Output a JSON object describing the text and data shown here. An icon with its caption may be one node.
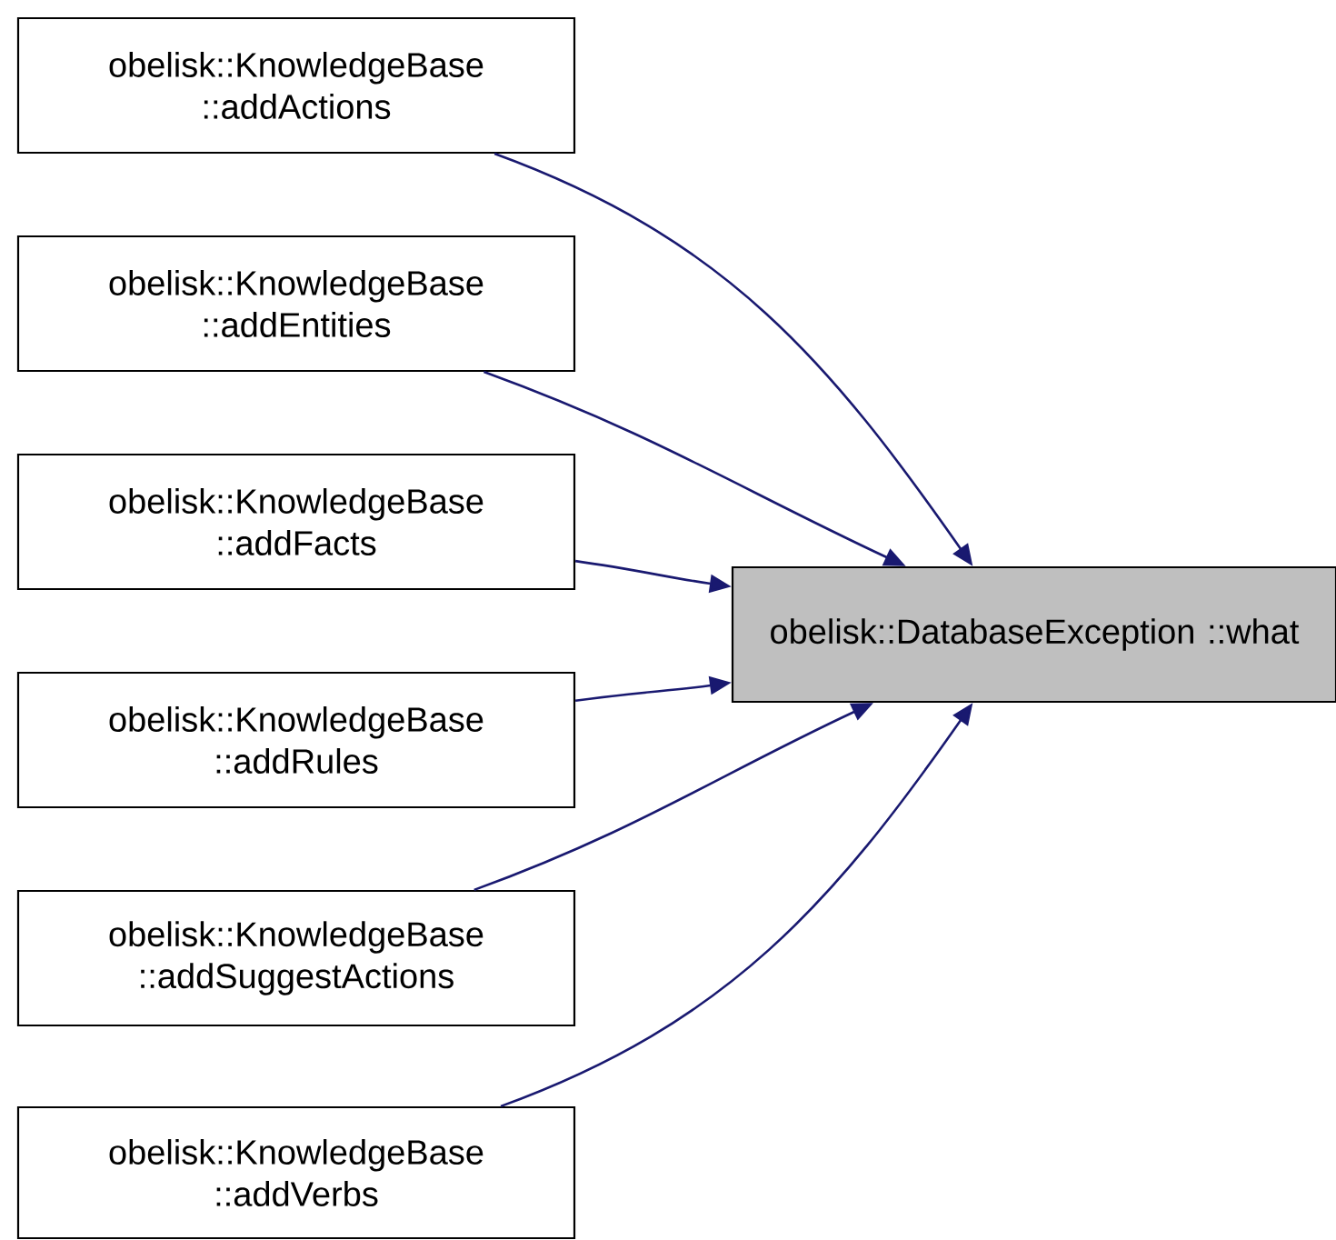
{
  "diagram": {
    "nodes": [
      {
        "text": [
          "obelisk::KnowledgeBase ::addActions"
        ]
      },
      {
        "text": [
          "obelisk::KnowledgeBase ::addEntities"
        ]
      },
      {
        "text": [
          "obelisk::KnowledgeBase ::addFacts"
        ]
      },
      {
        "text": [
          "obelisk::KnowledgeBase ::addRules"
        ]
      },
      {
        "text": [
          "obelisk::KnowledgeBase ::addSuggestActions"
        ]
      },
      {
        "text": [
          "obelisk::KnowledgeBase ::addVerbs"
        ]
      },
      {
        "text": [
          "obelisk::DatabaseException ::what"
        ]
      }
    ],
    "edges": [
      {
        "from": 0,
        "to": 6,
        "arrow": "to"
      },
      {
        "from": 1,
        "to": 6,
        "arrow": "to"
      },
      {
        "from": 2,
        "to": 6,
        "arrow": "to"
      },
      {
        "from": 3,
        "to": 6,
        "arrow": "to"
      },
      {
        "from": 4,
        "to": 6,
        "arrow": "to"
      },
      {
        "from": 5,
        "to": 6,
        "arrow": "to"
      }
    ]
  }
}
